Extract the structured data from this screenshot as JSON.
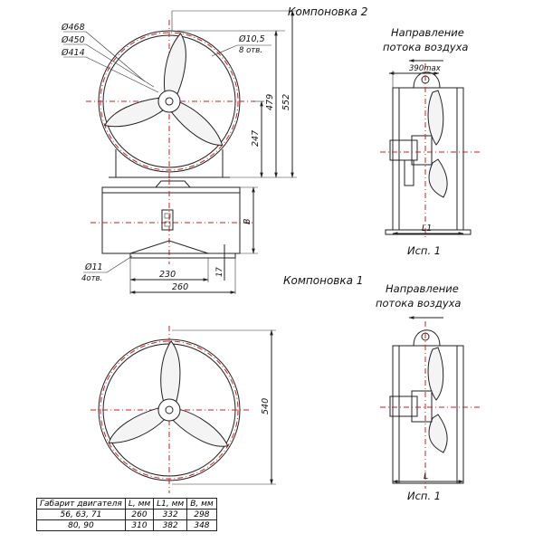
{
  "layout2": {
    "title": "Компоновка 2",
    "airflow": [
      "Направление",
      "потока воздуха"
    ],
    "diameters": [
      "Ø468",
      "Ø450",
      "Ø414"
    ],
    "bolt_holes": [
      "Ø10,5",
      "8 отв."
    ],
    "dim_479": "479",
    "dim_552": "552",
    "dim_247": "247",
    "dim_B": "B",
    "base_holes": [
      "Ø11",
      "4отв."
    ],
    "dim_230": "230",
    "dim_260": "260",
    "dim_17": "17",
    "side_width": "390max",
    "side_L1": "L1",
    "side_caption": "Исп. 1"
  },
  "layout1": {
    "title": "Компоновка 1",
    "airflow": [
      "Направление",
      "потока воздуха"
    ],
    "dim_540": "540",
    "side_L": "L",
    "side_caption": "Исп. 1"
  },
  "table": {
    "headers": [
      "Габарит двигателя",
      "L, мм",
      "L1, мм",
      "B, мм"
    ],
    "rows": [
      [
        "56, 63, 71",
        "260",
        "332",
        "298"
      ],
      [
        "80, 90",
        "310",
        "382",
        "348"
      ]
    ]
  }
}
